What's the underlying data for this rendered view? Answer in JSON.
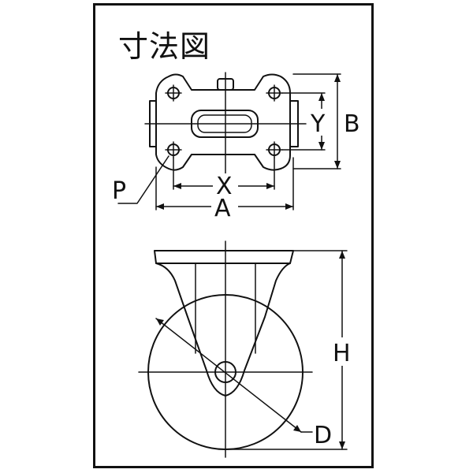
{
  "title": "寸法図",
  "labels": {
    "x": "X",
    "y": "Y",
    "a": "A",
    "b": "B",
    "p": "P",
    "h": "H",
    "d": "D"
  }
}
